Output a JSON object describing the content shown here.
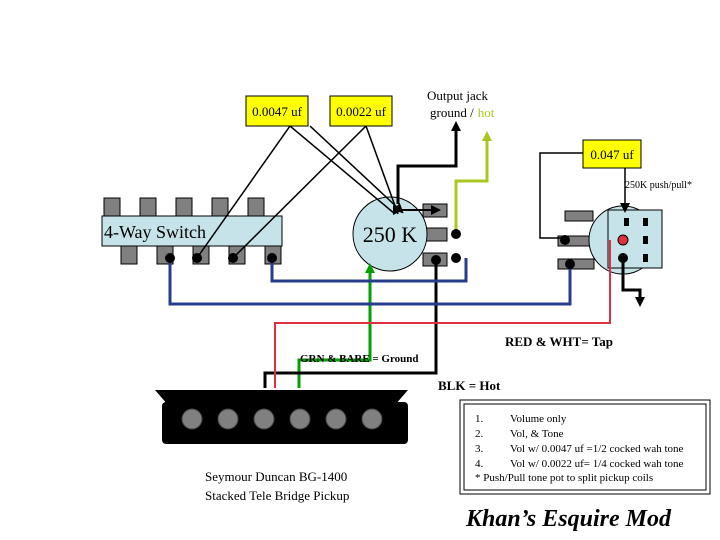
{
  "capacitors": {
    "cap1": "0.0047 uf",
    "cap2": "0.0022 uf",
    "cap3": "0.047 uf"
  },
  "output_jack": {
    "title": "Output jack",
    "ground_label": "ground /",
    "hot_label": "hot"
  },
  "switch": {
    "label": "4-Way Switch"
  },
  "volume_pot": {
    "label": "250 K"
  },
  "tone_pot": {
    "label": "250K push/pull*"
  },
  "wire_labels": {
    "grn_bare": "GRN & BARE = Ground",
    "red_wht": "RED & WHT= Tap",
    "blk": "BLK = Hot"
  },
  "pickup": {
    "line1": "Seymour Duncan BG-1400",
    "line2": "Stacked Tele Bridge Pickup"
  },
  "legend": {
    "items": [
      {
        "num": "1.",
        "text": "Volume only"
      },
      {
        "num": "2.",
        "text": "Vol, & Tone"
      },
      {
        "num": "3.",
        "text": "Vol w/ 0.0047 uf =1/2 cocked wah tone"
      },
      {
        "num": "4.",
        "text": "Vol w/ 0.0022 uf= 1/4 cocked wah tone"
      }
    ],
    "footnote": "* Push/Pull tone pot to split pickup coils"
  },
  "title": "Khan’s Esquire Mod",
  "colors": {
    "cap_fill": "#ffff00",
    "pot_fill": "#c5e3e8",
    "switch_fill": "#c5e3e8",
    "lug_fill": "#808080",
    "ground_wire": "#00a000",
    "hot_wire": "#a8c820",
    "tap_wire": "#e03040",
    "switch_wire": "#283c8c",
    "black_wire": "#000000"
  }
}
